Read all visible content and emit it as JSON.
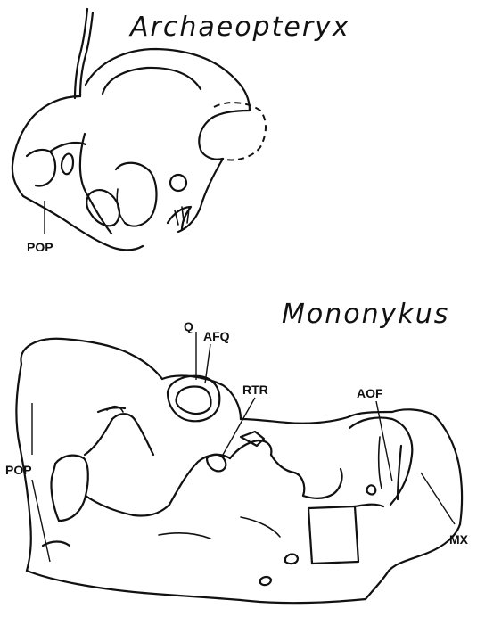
{
  "figure": {
    "taxa": {
      "top": "Archaeopteryx",
      "bottom": "Mononykus"
    },
    "labels": {
      "archaeopteryx_pop": "POP",
      "mononykus_pop": "POP",
      "q": "Q",
      "afq": "AFQ",
      "rtr": "RTR",
      "aof": "AOF",
      "mx": "MX"
    }
  }
}
